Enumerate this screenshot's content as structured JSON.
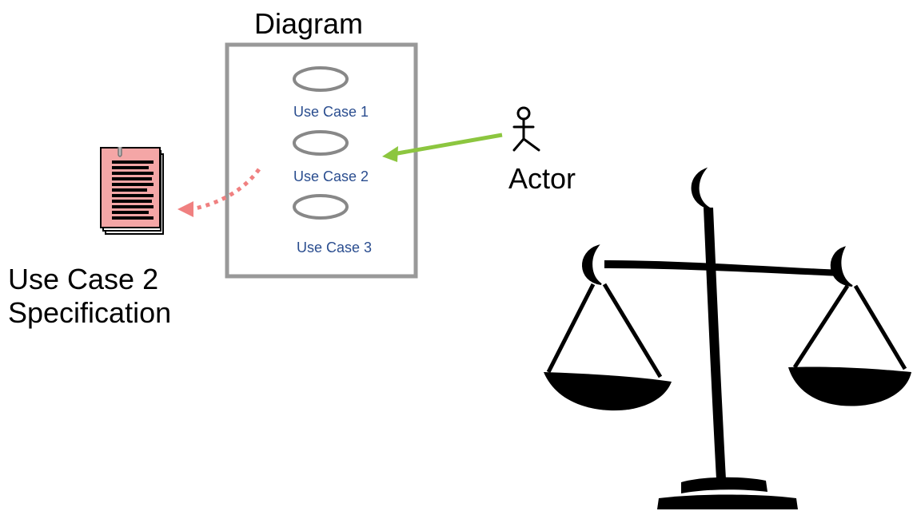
{
  "diagram": {
    "title": "Diagram",
    "use_cases": [
      {
        "label": "Use Case 1"
      },
      {
        "label": "Use Case 2"
      },
      {
        "label": "Use Case 3"
      }
    ]
  },
  "actor": {
    "label": "Actor"
  },
  "specification": {
    "line1": "Use Case 2",
    "line2": "Specification"
  },
  "colors": {
    "diagram_border": "#999999",
    "use_case_oval": "#888888",
    "use_case_text": "#2a4d8f",
    "actor_arrow": "#8cc63f",
    "spec_arrow": "#f08080",
    "document_fill": "#f4a6a6",
    "scales": "#000000"
  },
  "icons": {
    "actor": "stick-figure-icon",
    "document": "document-icon",
    "scales": "scales-of-justice-icon"
  }
}
